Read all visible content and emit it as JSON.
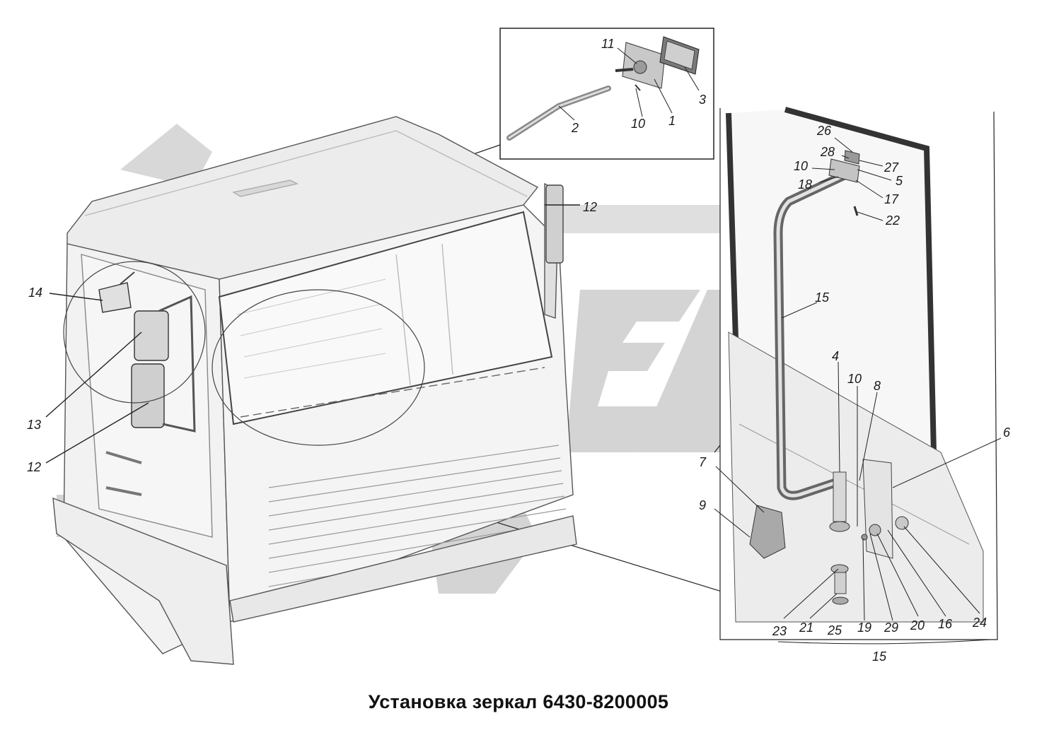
{
  "title": "Установка зеркал 6430-8200005",
  "watermark": {
    "color": "#d2d2d2"
  },
  "inset_top": {
    "callouts": [
      {
        "id": "c11",
        "text": "11"
      },
      {
        "id": "c3",
        "text": "3"
      },
      {
        "id": "c1",
        "text": "1"
      },
      {
        "id": "c10",
        "text": "10"
      },
      {
        "id": "c2",
        "text": "2"
      }
    ]
  },
  "inset_right": {
    "callouts": [
      {
        "id": "c26",
        "text": "26"
      },
      {
        "id": "c28",
        "text": "28"
      },
      {
        "id": "c27",
        "text": "27"
      },
      {
        "id": "c10a",
        "text": "10"
      },
      {
        "id": "c5",
        "text": "5"
      },
      {
        "id": "c18",
        "text": "18"
      },
      {
        "id": "c17",
        "text": "17"
      },
      {
        "id": "c22",
        "text": "22"
      },
      {
        "id": "c15a",
        "text": "15"
      },
      {
        "id": "c4",
        "text": "4"
      },
      {
        "id": "c10b",
        "text": "10"
      },
      {
        "id": "c8",
        "text": "8"
      },
      {
        "id": "c6",
        "text": "6"
      },
      {
        "id": "c7",
        "text": "7"
      },
      {
        "id": "c9",
        "text": "9"
      },
      {
        "id": "c23",
        "text": "23"
      },
      {
        "id": "c21",
        "text": "21"
      },
      {
        "id": "c25",
        "text": "25"
      },
      {
        "id": "c19",
        "text": "19"
      },
      {
        "id": "c29",
        "text": "29"
      },
      {
        "id": "c20",
        "text": "20"
      },
      {
        "id": "c16",
        "text": "16"
      },
      {
        "id": "c24",
        "text": "24"
      },
      {
        "id": "c15b",
        "text": "15"
      }
    ]
  },
  "cab": {
    "callouts": [
      {
        "id": "c12a",
        "text": "12"
      },
      {
        "id": "c14",
        "text": "14"
      },
      {
        "id": "c13",
        "text": "13"
      },
      {
        "id": "c12b",
        "text": "12"
      }
    ]
  }
}
